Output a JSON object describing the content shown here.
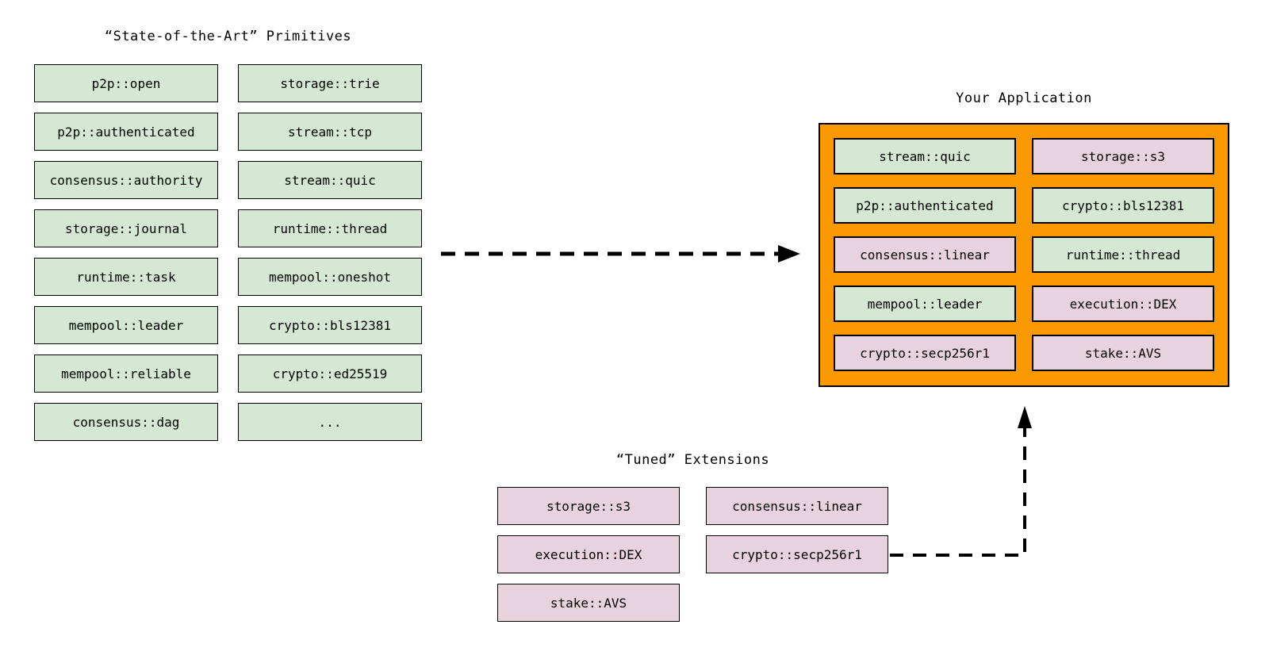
{
  "colors": {
    "primitive_green": "#D5E8D4",
    "tuned_pink": "#E8D2DE",
    "application_orange": "#FA9A00",
    "line_black": "#000000"
  },
  "primitives": {
    "title": "“State-of-the-Art” Primitives",
    "col1": [
      "p2p::open",
      "p2p::authenticated",
      "consensus::authority",
      "storage::journal",
      "runtime::task",
      "mempool::leader",
      "mempool::reliable",
      "consensus::dag"
    ],
    "col2": [
      "storage::trie",
      "stream::tcp",
      "stream::quic",
      "runtime::thread",
      "mempool::oneshot",
      "crypto::bls12381",
      "crypto::ed25519",
      "..."
    ]
  },
  "application": {
    "title": "Your Application",
    "col1": [
      {
        "label": "stream::quic",
        "variant": "green"
      },
      {
        "label": "p2p::authenticated",
        "variant": "green"
      },
      {
        "label": "consensus::linear",
        "variant": "pink"
      },
      {
        "label": "mempool::leader",
        "variant": "green"
      },
      {
        "label": "crypto::secp256r1",
        "variant": "pink"
      }
    ],
    "col2": [
      {
        "label": "storage::s3",
        "variant": "pink"
      },
      {
        "label": "crypto::bls12381",
        "variant": "green"
      },
      {
        "label": "runtime::thread",
        "variant": "green"
      },
      {
        "label": "execution::DEX",
        "variant": "pink"
      },
      {
        "label": "stake::AVS",
        "variant": "pink"
      }
    ]
  },
  "extensions": {
    "title": "“Tuned” Extensions",
    "col1": [
      "storage::s3",
      "execution::DEX",
      "stake::AVS"
    ],
    "col2": [
      "consensus::linear",
      "crypto::secp256r1"
    ]
  }
}
